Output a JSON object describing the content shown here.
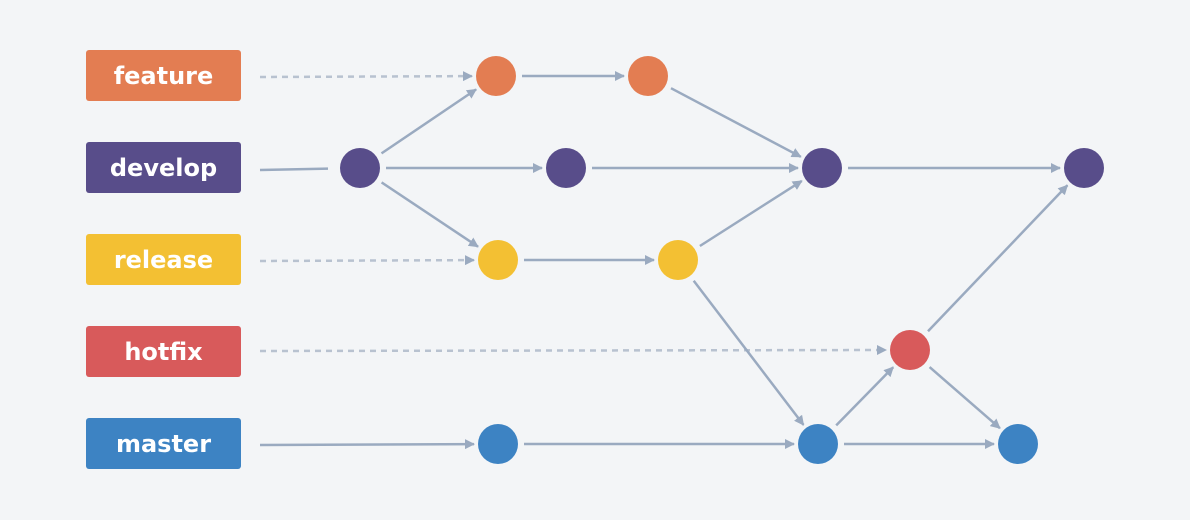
{
  "branches": [
    {
      "id": "feature",
      "label": "feature",
      "color": "#e37d52"
    },
    {
      "id": "develop",
      "label": "develop",
      "color": "#584d8a"
    },
    {
      "id": "release",
      "label": "release",
      "color": "#f3c033"
    },
    {
      "id": "hotfix",
      "label": "hotfix",
      "color": "#d85a5b"
    },
    {
      "id": "master",
      "label": "master",
      "color": "#3d83c3"
    }
  ],
  "commits": [
    {
      "id": "develop-1",
      "branch": "develop"
    },
    {
      "id": "feature-1",
      "branch": "feature"
    },
    {
      "id": "feature-2",
      "branch": "feature"
    },
    {
      "id": "develop-2",
      "branch": "develop"
    },
    {
      "id": "develop-3",
      "branch": "develop"
    },
    {
      "id": "develop-4",
      "branch": "develop"
    },
    {
      "id": "release-1",
      "branch": "release"
    },
    {
      "id": "release-2",
      "branch": "release"
    },
    {
      "id": "hotfix-1",
      "branch": "hotfix"
    },
    {
      "id": "master-1",
      "branch": "master"
    },
    {
      "id": "master-2",
      "branch": "master"
    },
    {
      "id": "master-3",
      "branch": "master"
    }
  ],
  "connections": [
    {
      "from": "label-feature",
      "to": "feature-1",
      "style": "dashed"
    },
    {
      "from": "label-develop",
      "to": "develop-1",
      "style": "plain"
    },
    {
      "from": "label-release",
      "to": "release-1",
      "style": "dashed"
    },
    {
      "from": "label-hotfix",
      "to": "hotfix-1",
      "style": "dashed"
    },
    {
      "from": "label-master",
      "to": "master-1",
      "style": "arrow"
    },
    {
      "from": "develop-1",
      "to": "feature-1",
      "style": "arrow"
    },
    {
      "from": "develop-1",
      "to": "develop-2",
      "style": "arrow"
    },
    {
      "from": "develop-1",
      "to": "release-1",
      "style": "arrow"
    },
    {
      "from": "feature-1",
      "to": "feature-2",
      "style": "arrow"
    },
    {
      "from": "feature-2",
      "to": "develop-3",
      "style": "arrow"
    },
    {
      "from": "develop-2",
      "to": "develop-3",
      "style": "arrow"
    },
    {
      "from": "release-1",
      "to": "release-2",
      "style": "arrow"
    },
    {
      "from": "release-2",
      "to": "develop-3",
      "style": "arrow"
    },
    {
      "from": "release-2",
      "to": "master-2",
      "style": "arrow"
    },
    {
      "from": "develop-3",
      "to": "develop-4",
      "style": "arrow"
    },
    {
      "from": "master-1",
      "to": "master-2",
      "style": "arrow"
    },
    {
      "from": "master-2",
      "to": "hotfix-1",
      "style": "arrow"
    },
    {
      "from": "master-2",
      "to": "master-3",
      "style": "arrow"
    },
    {
      "from": "hotfix-1",
      "to": "master-3",
      "style": "arrow"
    },
    {
      "from": "hotfix-1",
      "to": "develop-4",
      "style": "arrow"
    }
  ],
  "edge_color": "#9aaac0",
  "background": "#f3f5f7"
}
